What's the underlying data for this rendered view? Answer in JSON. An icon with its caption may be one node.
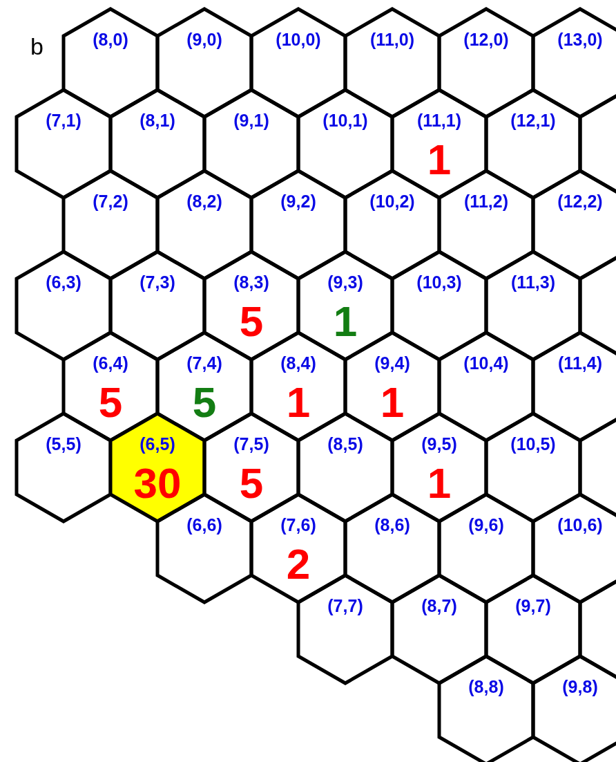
{
  "diagram": {
    "nodes": [
      {
        "text": [
          "(8,0)"
        ]
      },
      {
        "text": [
          "(9,0)"
        ]
      },
      {
        "text": [
          "(10,0)"
        ]
      },
      {
        "text": [
          "(11,0)"
        ]
      },
      {
        "text": [
          "(12,0)"
        ]
      },
      {
        "text": [
          "(13,0)"
        ]
      },
      {
        "text": [
          "(7,1)"
        ]
      },
      {
        "text": [
          "(8,1)"
        ]
      },
      {
        "text": [
          "(9,1)"
        ]
      },
      {
        "text": [
          "(10,1)"
        ]
      },
      {
        "text": [
          "(11,1)",
          "1"
        ]
      },
      {
        "text": [
          "(12,1)"
        ]
      },
      {
        "text": [],
        "shape": "hexagon"
      },
      {
        "text": [
          "(7,2)"
        ]
      },
      {
        "text": [
          "(8,2)"
        ]
      },
      {
        "text": [
          "(9,2)"
        ]
      },
      {
        "text": [
          "(10,2)"
        ]
      },
      {
        "text": [
          "(11,2)"
        ]
      },
      {
        "text": [
          "(12,2)"
        ]
      },
      {
        "text": [
          "(6,3)"
        ]
      },
      {
        "text": [
          "(7,3)"
        ]
      },
      {
        "text": [
          "(8,3)",
          "5"
        ]
      },
      {
        "text": [
          "(9,3)",
          "1"
        ]
      },
      {
        "text": [
          "(10,3)"
        ]
      },
      {
        "text": [
          "(11,3)"
        ]
      },
      {
        "text": [],
        "shape": "hexagon"
      },
      {
        "text": [
          "(6,4)",
          "5"
        ]
      },
      {
        "text": [
          "(7,4)",
          "5"
        ]
      },
      {
        "text": [
          "(8,4)",
          "1"
        ]
      },
      {
        "text": [
          "(9,4)",
          "1"
        ]
      },
      {
        "text": [
          "(10,4)"
        ]
      },
      {
        "text": [
          "(11,4)"
        ]
      },
      {
        "text": [
          "(5,5)"
        ]
      },
      {
        "text": [
          "(6,5)",
          "30"
        ]
      },
      {
        "text": [
          "(7,5)",
          "5"
        ]
      },
      {
        "text": [
          "(8,5)"
        ]
      },
      {
        "text": [
          "(9,5)",
          "1"
        ]
      },
      {
        "text": [
          "(10,5)"
        ]
      },
      {
        "text": [],
        "shape": "hexagon"
      },
      {
        "text": [
          "(6,6)"
        ]
      },
      {
        "text": [
          "(7,6)",
          "2"
        ]
      },
      {
        "text": [
          "(8,6)"
        ]
      },
      {
        "text": [
          "(9,6)"
        ]
      },
      {
        "text": [
          "(10,6)"
        ]
      },
      {
        "text": [
          "(7,7)"
        ]
      },
      {
        "text": [
          "(8,7)"
        ]
      },
      {
        "text": [
          "(9,7)"
        ]
      },
      {
        "text": [],
        "shape": "hexagon"
      },
      {
        "text": [
          "(8,8)"
        ]
      },
      {
        "text": [
          "(9,8)"
        ]
      }
    ],
    "labels": [
      "b"
    ]
  }
}
